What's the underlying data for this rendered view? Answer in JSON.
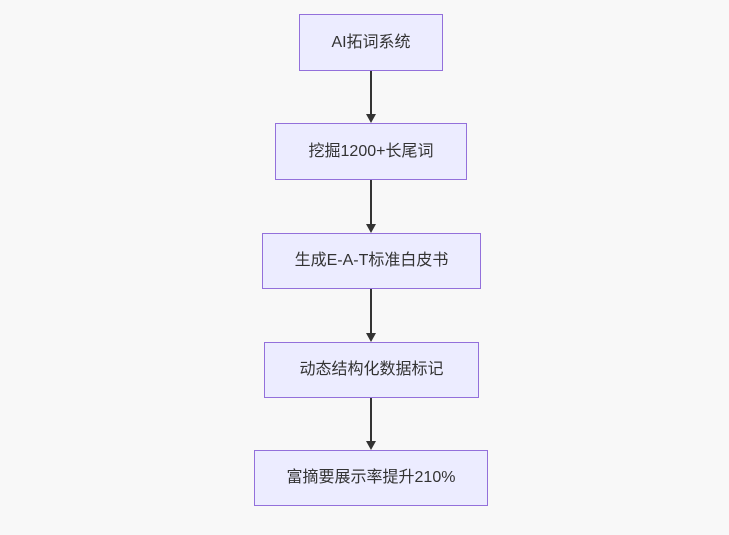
{
  "diagram": {
    "type": "flowchart",
    "direction": "top-down",
    "nodes": [
      {
        "id": "n1",
        "label": "AI拓词系统"
      },
      {
        "id": "n2",
        "label": "挖掘1200+长尾词"
      },
      {
        "id": "n3",
        "label": "生成E-A-T标准白皮书"
      },
      {
        "id": "n4",
        "label": "动态结构化数据标记"
      },
      {
        "id": "n5",
        "label": "富摘要展示率提升210%"
      }
    ],
    "edges": [
      {
        "from": "n1",
        "to": "n2"
      },
      {
        "from": "n2",
        "to": "n3"
      },
      {
        "from": "n3",
        "to": "n4"
      },
      {
        "from": "n4",
        "to": "n5"
      }
    ],
    "colors": {
      "node_fill": "#ECECFF",
      "node_border": "#9370DB",
      "node_text": "#333333",
      "arrow": "#333333",
      "background": "#F8F8F8"
    }
  }
}
